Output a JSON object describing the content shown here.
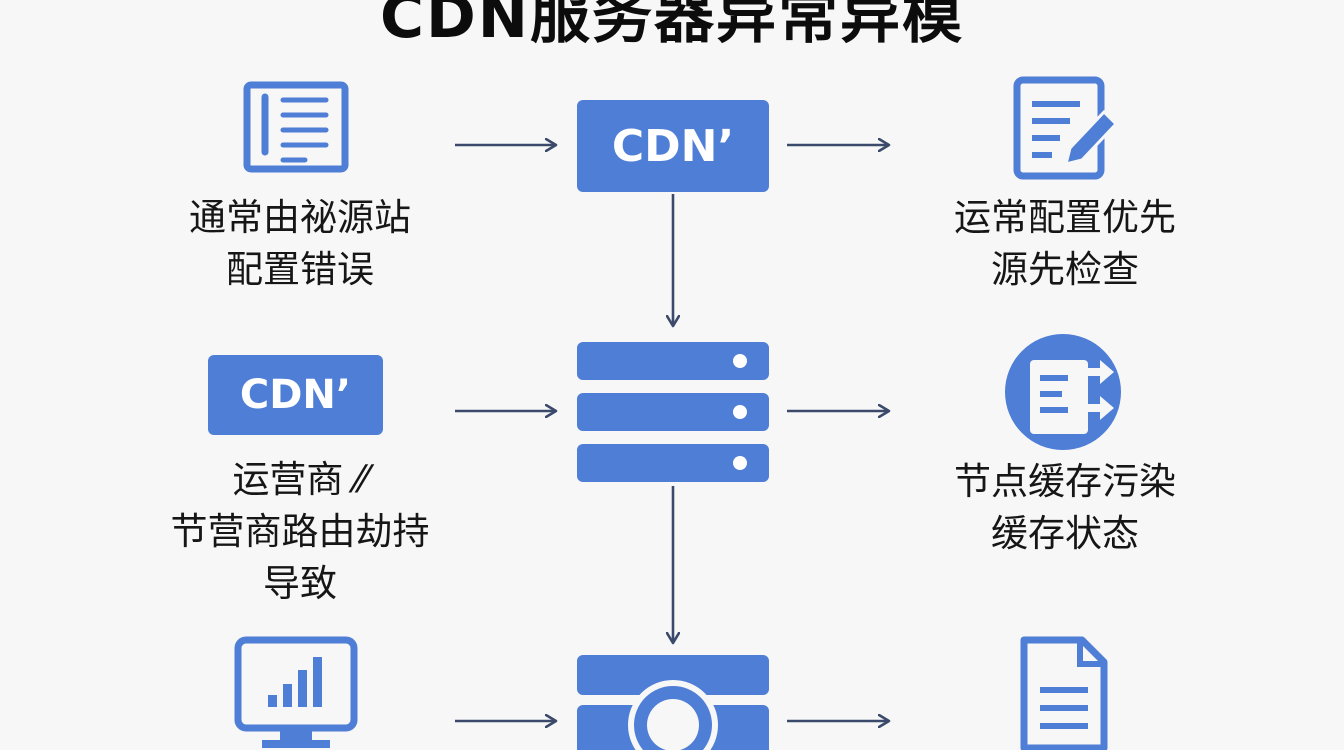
{
  "title": "CDN服务器异常异模",
  "colors": {
    "accent": "#4f7ed6",
    "arrow": "#3b4a6b",
    "background": "#f7f7f8"
  },
  "center": {
    "top_box_label": "CDN’",
    "server_icon": "server-stack-icon",
    "bottom_icon": "camera-icon"
  },
  "left": [
    {
      "icon": "book-list-icon",
      "lines": [
        "通常由祕源站",
        "配置错误"
      ]
    },
    {
      "icon": "cdn-badge-icon",
      "badge_label": "CDN’",
      "lines": [
        "运营商 ⁄⁄",
        "节营商路由劫持",
        "导致"
      ]
    },
    {
      "icon": "monitor-chart-icon",
      "lines": []
    }
  ],
  "right": [
    {
      "icon": "document-edit-icon",
      "lines": [
        "运常配置优先",
        "源先检查"
      ]
    },
    {
      "icon": "document-arrows-icon",
      "lines": [
        "节点缓存污染",
        "缓存状态"
      ]
    },
    {
      "icon": "document-icon",
      "lines": []
    }
  ]
}
